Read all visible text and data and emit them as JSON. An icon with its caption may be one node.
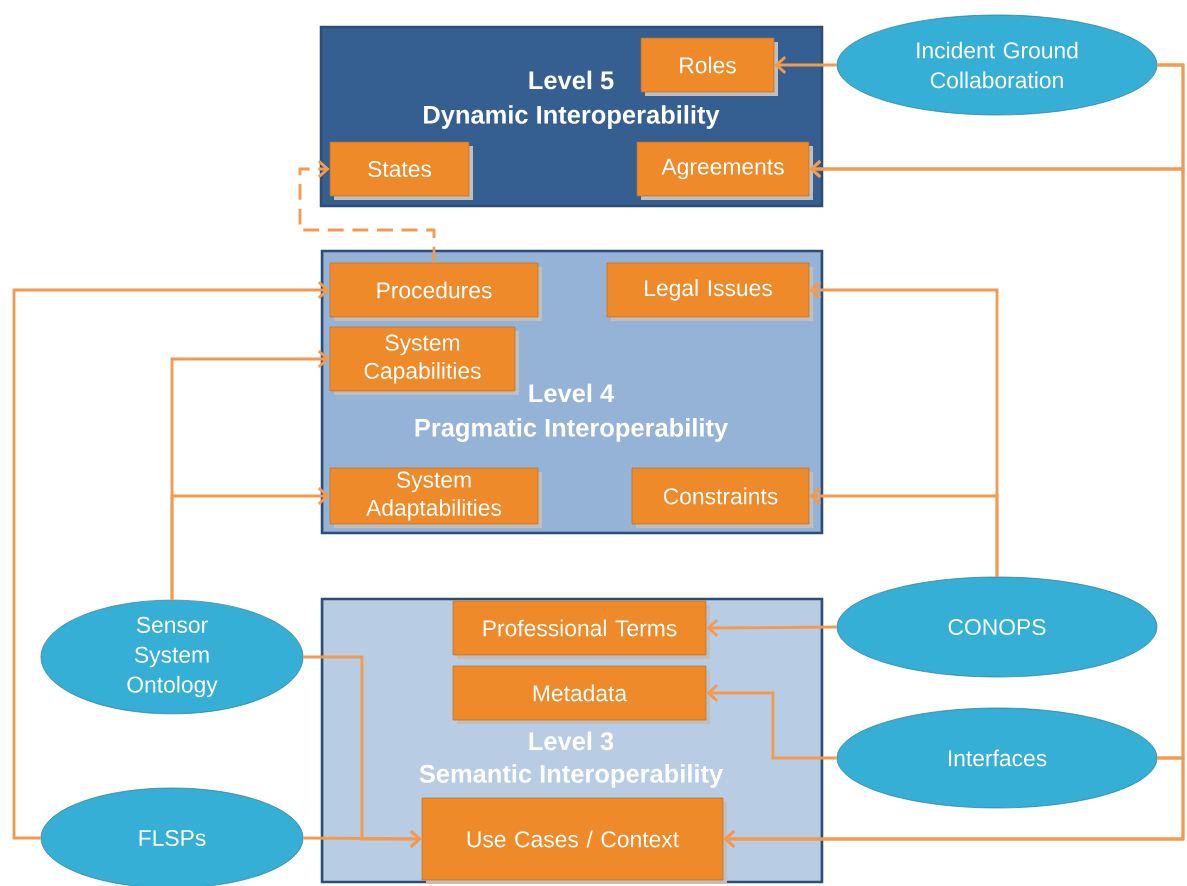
{
  "diagram": {
    "nodes": [
      {
        "text": [
          "Level 5",
          "Dynamic Interoperability"
        ]
      },
      {
        "text": [
          "Roles"
        ],
        "in": 0
      },
      {
        "text": [
          "States"
        ],
        "in": 0
      },
      {
        "text": [
          "Agreements"
        ],
        "in": 0
      },
      {
        "text": [
          "Incident Ground Collaboration"
        ]
      },
      {
        "text": [
          "Level 4",
          "Pragmatic Interoperability"
        ]
      },
      {
        "text": [
          "Procedures"
        ],
        "in": 5
      },
      {
        "text": [
          "Legal Issues"
        ],
        "in": 5
      },
      {
        "text": [
          "System Capabilities"
        ],
        "in": 5
      },
      {
        "text": [
          "System Adaptabilities"
        ],
        "in": 5
      },
      {
        "text": [
          "Constraints"
        ],
        "in": 5
      },
      {
        "text": [
          "Level 3",
          "Semantic Interoperability"
        ]
      },
      {
        "text": [
          "Professional Terms"
        ],
        "in": 11
      },
      {
        "text": [
          "Metadata"
        ],
        "in": 11
      },
      {
        "text": [
          "Use Cases / Context"
        ],
        "in": 11
      },
      {
        "text": [
          "CONOPS"
        ]
      },
      {
        "text": [
          "Sensor System Ontology"
        ]
      },
      {
        "text": [
          "Interfaces"
        ]
      },
      {
        "text": [
          "FLSPs"
        ]
      }
    ],
    "edges": [
      {
        "from": 4,
        "to": 1,
        "arrow": "to"
      },
      {
        "from": 4,
        "to": 3,
        "arrow": "to"
      },
      {
        "from": 4,
        "to": 14,
        "arrow": "to"
      },
      {
        "from": 17,
        "to": 3,
        "arrow": "to"
      },
      {
        "from": 17,
        "to": 14,
        "arrow": "to"
      },
      {
        "from": 17,
        "to": 13,
        "arrow": "to"
      },
      {
        "from": 15,
        "to": 12,
        "arrow": "to"
      },
      {
        "from": 15,
        "to": 7,
        "arrow": "to"
      },
      {
        "from": 15,
        "to": 10,
        "arrow": "to"
      },
      {
        "from": 16,
        "to": 8,
        "arrow": "to"
      },
      {
        "from": 16,
        "to": 9,
        "arrow": "to"
      },
      {
        "from": 16,
        "to": 14,
        "arrow": "to"
      },
      {
        "from": 18,
        "to": 6,
        "arrow": "to"
      },
      {
        "from": 18,
        "to": 14,
        "arrow": "to"
      },
      {
        "from": 6,
        "to": 2,
        "arrow": "to",
        "style": "dashed"
      }
    ]
  }
}
